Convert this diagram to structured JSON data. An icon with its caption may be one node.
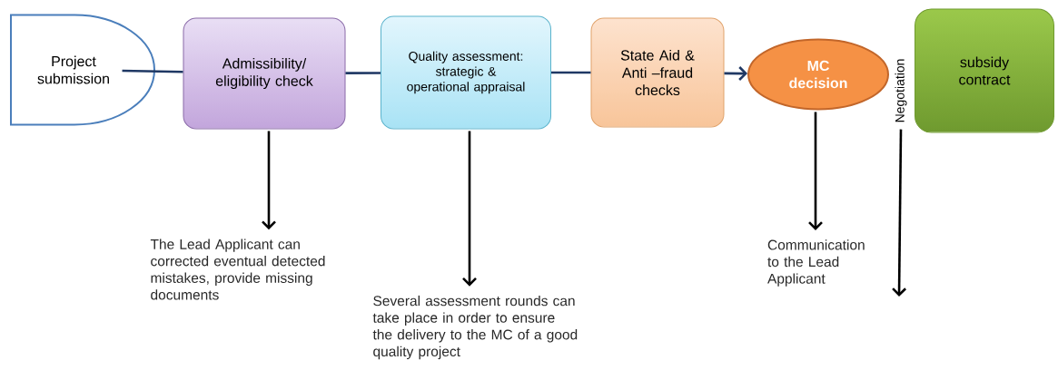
{
  "diagram": {
    "nodes": [
      {
        "text": [
          "Project submission"
        ]
      },
      {
        "text": [
          "Admissibility/ eligibility check"
        ]
      },
      {
        "text": [
          "Quality assessment: strategic & operational appraisal"
        ]
      },
      {
        "text": [
          "State Aid  & Anti –fraud checks"
        ]
      },
      {
        "text": [
          "MC decision"
        ]
      },
      {
        "text": [
          "subsidy contract"
        ]
      },
      {
        "text": [
          "The Lead Applicant can corrected eventual detected mistakes, provide missing documents"
        ]
      },
      {
        "text": [
          "Several assessment rounds can take place in order to ensure the delivery to the MC of a good quality project"
        ]
      },
      {
        "text": [
          "Communication to the Lead Applicant"
        ]
      },
      {
        "text": [
          "Negotiation"
        ]
      }
    ],
    "edges": [
      {
        "from": 0,
        "to": 1,
        "arrow": "none"
      },
      {
        "from": 1,
        "to": 2,
        "arrow": "none"
      },
      {
        "from": 2,
        "to": 3,
        "arrow": "none"
      },
      {
        "from": 3,
        "to": 4,
        "arrow": "to"
      },
      {
        "from": 1,
        "to": 6,
        "arrow": "to",
        "color": "#000000"
      },
      {
        "from": 2,
        "to": 7,
        "arrow": "to",
        "color": "#000000"
      },
      {
        "from": 4,
        "to": 8,
        "arrow": "to",
        "color": "#000000"
      },
      {
        "from": 9,
        "to": null,
        "arrow": "to",
        "color": "#000000"
      }
    ]
  }
}
